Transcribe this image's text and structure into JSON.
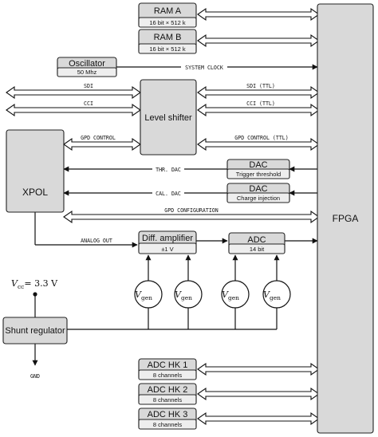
{
  "blocks": {
    "ram_a": {
      "title": "RAM A",
      "subtitle": "16 bit × 512 k"
    },
    "ram_b": {
      "title": "RAM B",
      "subtitle": "16 bit × 512 k"
    },
    "oscillator": {
      "title": "Oscillator",
      "subtitle": "50 Mhz"
    },
    "level_shifter": {
      "title": "Level shifter"
    },
    "xpol": {
      "title": "XPOL"
    },
    "fpga": {
      "title": "FPGA"
    },
    "dac_threshold": {
      "title": "DAC",
      "subtitle": "Trigger threshold"
    },
    "dac_charge": {
      "title": "DAC",
      "subtitle": "Charge injection"
    },
    "diff_amplifier": {
      "title": "Diff. amplifier",
      "subtitle": "±1 V"
    },
    "adc": {
      "title": "ADC",
      "subtitle": "14 bit"
    },
    "shunt_regulator": {
      "title": "Shunt regulator"
    },
    "adc_hk1": {
      "title": "ADC HK 1",
      "subtitle": "8 channels"
    },
    "adc_hk2": {
      "title": "ADC HK 2",
      "subtitle": "8 channels"
    },
    "adc_hk3": {
      "title": "ADC HK 3",
      "subtitle": "8 channels"
    }
  },
  "signals": {
    "system_clock": "SYSTEM CLOCK",
    "sdi": "SDI",
    "sdi_ttl": "SDI (TTL)",
    "cci": "CCI",
    "cci_ttl": "CCI (TTL)",
    "gpd_control": "GPD CONTROL",
    "gpd_control_ttl": "GPD CONTROL (TTL)",
    "thr_dac": "THR. DAC",
    "cal_dac": "CAL. DAC",
    "gpd_configuration": "GPD CONFIGURATION",
    "analog_out": "ANALOG OUT",
    "gnd": "GND"
  },
  "vgen": {
    "main": "V",
    "sub": "gen"
  },
  "vcc": {
    "symbol": "V",
    "sub": "cc",
    "value": "= 3.3 V"
  }
}
